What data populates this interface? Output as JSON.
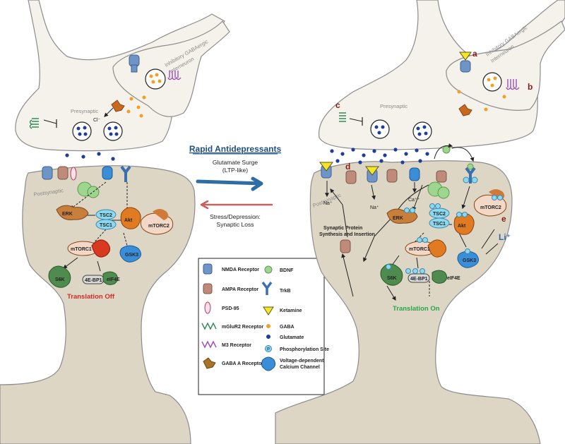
{
  "center": {
    "title": "Rapid Antidepressants",
    "glutamate": "Glutamate Surge",
    "ltp": "(LTP-like)",
    "stress": "Stress/Depression:",
    "synaptic_loss": "Synaptic Loss"
  },
  "left_panel": {
    "interneuron_line1": "Inhibitory GABAergic",
    "interneuron_line2": "Interneuron",
    "presynaptic": "Presynaptic",
    "postsynaptic": "Postsynaptic",
    "chloride": "Cl⁻",
    "erk": "ERK",
    "tsc2": "TSC2",
    "tsc1": "TSC1",
    "akt": "Akt",
    "mtorc2": "mTORC2",
    "mtorc1": "mTORC1",
    "gsk3": "GSK3",
    "s6k": "S6K",
    "bp1": "4E-BP1",
    "eif4e": "eIF4E",
    "translation": "Translation Off"
  },
  "right_panel": {
    "interneuron_line1": "Inhibitory GABAergic",
    "interneuron_line2": "Interneuron",
    "presynaptic": "Presynaptic",
    "postsynaptic": "Postsynaptic",
    "letter_a": "a",
    "letter_b": "b",
    "letter_c": "c",
    "letter_d": "d",
    "letter_e": "e",
    "na1": "Na⁺",
    "na2": "Na⁺",
    "ca": "Ca⁺⁺",
    "synthesis_line1": "Synaptic Protein",
    "synthesis_line2": "Synthesis and Insertion",
    "erk": "ERK",
    "tsc2": "TSC2",
    "tsc1": "TSC1",
    "akt": "Akt",
    "mtorc2": "mTORC2",
    "mtorc1": "mTORC1",
    "gsk3": "GSK3",
    "s6k": "S6K",
    "bp1": "4E-BP1",
    "eif4e": "eIF4E",
    "lithium": "Li⁺",
    "p": "P",
    "translation": "Translation On"
  },
  "legend": {
    "left": [
      {
        "label": "NMDA Receptor",
        "icon": "nmda-receptor-icon"
      },
      {
        "label": "AMPA Receptor",
        "icon": "ampa-receptor-icon"
      },
      {
        "label": "PSD-95",
        "icon": "psd95-icon"
      },
      {
        "label": "mGluR2 Receptor",
        "icon": "mglur2-receptor-icon"
      },
      {
        "label": "M3 Receptor",
        "icon": "m3-receptor-icon"
      },
      {
        "label": "GABA A Receptor",
        "icon": "gaba-a-receptor-icon"
      }
    ],
    "right": [
      {
        "label": "BDNF",
        "icon": "bdnf-icon"
      },
      {
        "label": "TrkB",
        "icon": "trkb-icon"
      },
      {
        "label": "Ketamine",
        "icon": "ketamine-icon"
      },
      {
        "label": "GABA",
        "icon": "gaba-icon"
      },
      {
        "label": "Glutamate",
        "icon": "glutamate-icon"
      },
      {
        "label": "Phosphorylation Site",
        "icon": "phosphorylation-site-icon"
      },
      {
        "label": "Voltage-dependent",
        "icon": "calcium-channel-icon"
      },
      {
        "label": "Calcium Channel",
        "icon": ""
      }
    ]
  },
  "colors": {
    "neuron_fill": "#ddd6c4",
    "presynaptic_fill": "#f4f2ea",
    "outline": "#8c8c8c",
    "title_blue": "#1e4f86",
    "arrow_blue": "#2e6da4",
    "arrow_red": "#c9605e",
    "translation_off": "#d42a2a",
    "translation_on": "#2aa64a",
    "erk": "#c97f3c",
    "akt": "#e07b22",
    "tsc": "#8ed8ee",
    "mtorc1_red": "#d8391f",
    "s6k": "#4f8a4f",
    "gsk3": "#3a8ed8",
    "letters": "#8b1a1a"
  }
}
